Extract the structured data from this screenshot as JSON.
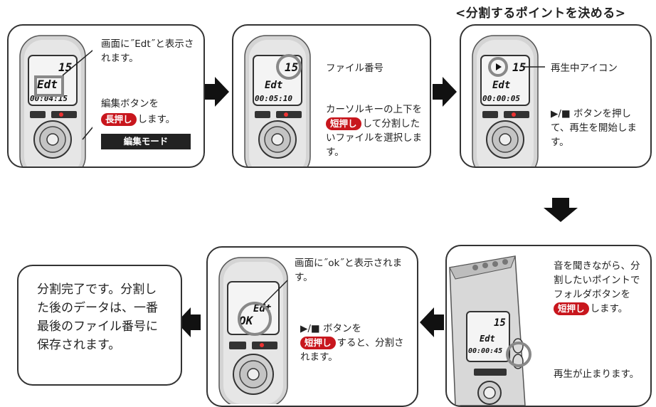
{
  "title": "<分割するポイントを決める>",
  "panel1": {
    "lcd_top": "15",
    "lcd_mid": "Edt",
    "lcd_time": "00:04:15",
    "text_a": "画面に˝Edt˝と表示されます。",
    "text_b": "編集ボタンを",
    "pill": "長押し",
    "text_c": "します。",
    "mode_label": "編集モード"
  },
  "panel2": {
    "lcd_top": "15",
    "lcd_mid": "Edt",
    "lcd_time": "00:05:10",
    "text_a": "ファイル番号",
    "text_b": "カーソルキーの上下を",
    "pill": "短押し",
    "text_c": "して分割したいファイルを選択します。"
  },
  "panel3": {
    "lcd_top": "15",
    "lcd_mid": "Edt",
    "lcd_time": "00:00:05",
    "text_a": "再生中アイコン",
    "text_b": "▶/■ ボタンを押して、再生を開始します。"
  },
  "panel4": {
    "lcd_top": "15",
    "lcd_mid": "Edt",
    "lcd_time": "00:00:45",
    "text_a": "音を聞きながら、分割したいポイントでフォルダボタンを",
    "pill": "短押し",
    "text_b": "します。",
    "text_c": "再生が止まります。"
  },
  "panel5": {
    "lcd_mid": "Edt",
    "lcd_bottom": "OK",
    "text_a": "画面に˝ok˝と表示されます。",
    "text_b": "▶/■ ボタンを",
    "pill": "短押し",
    "text_c": "すると、分割されます。"
  },
  "final": {
    "text": "分割完了です。分割した後のデータは、一番最後のファイル番号に保存されます。"
  },
  "colors": {
    "accent_red": "#c8161d",
    "border": "#333333",
    "ring": "#777777"
  }
}
